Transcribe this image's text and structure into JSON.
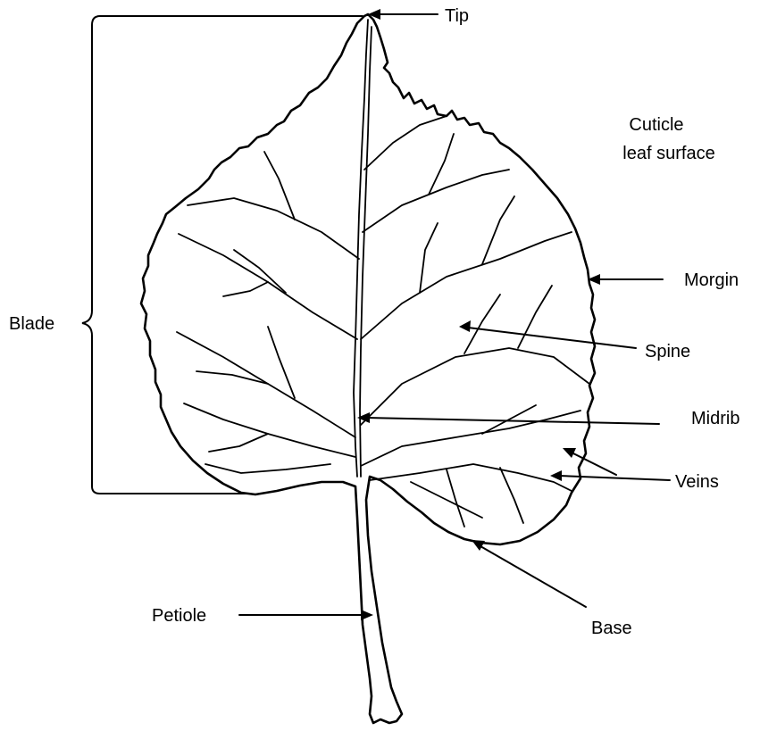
{
  "labels": {
    "tip": "Tip",
    "cuticle_line1": "Cuticle",
    "cuticle_line2": "leaf surface",
    "margin": "Morgin",
    "blade": "Blade",
    "spine": "Spine",
    "midrib": "Midrib",
    "veins": "Veins",
    "petiole": "Petiole",
    "base": "Base"
  },
  "colors": {
    "ink": "#000000",
    "background": "#ffffff"
  }
}
